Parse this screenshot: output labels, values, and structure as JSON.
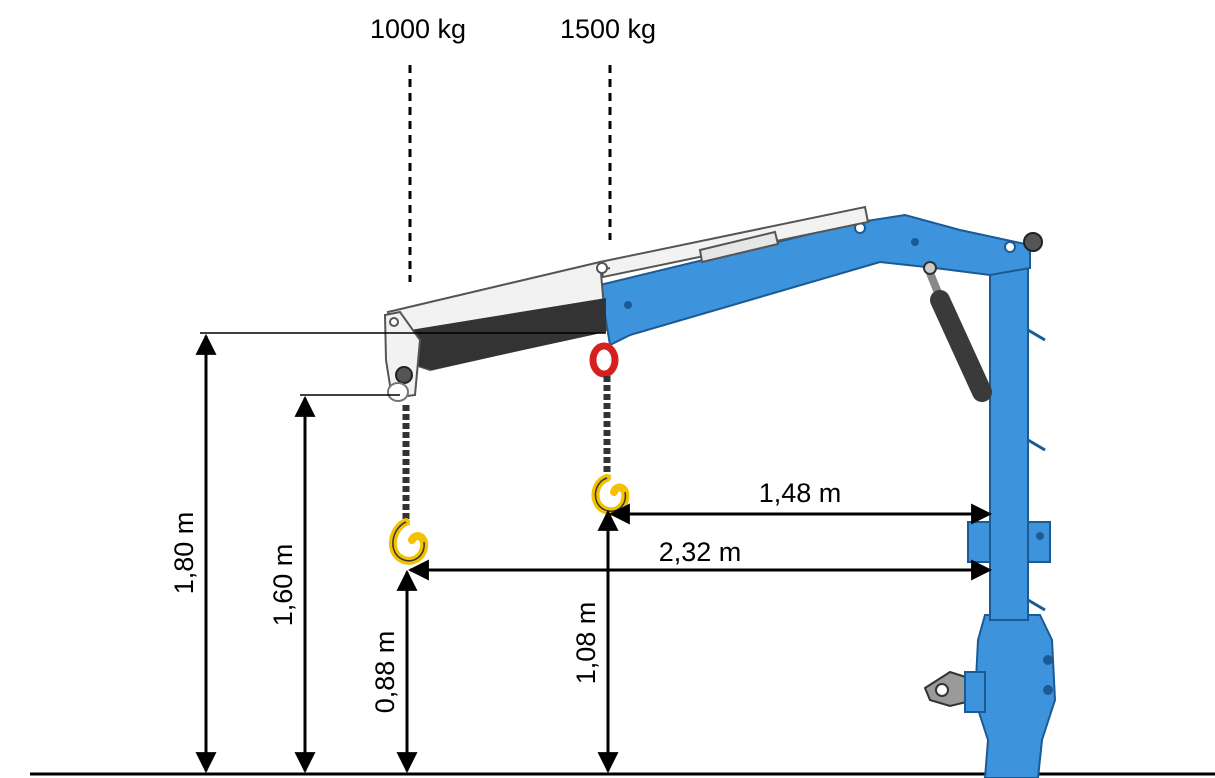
{
  "load_labels": {
    "far": "1000 kg",
    "near": "1500 kg"
  },
  "heights": {
    "boom_tip": "1,80 m",
    "far_hook_top": "1,60 m",
    "far_hook": "0,88 m",
    "near_hook": "1,08 m"
  },
  "reaches": {
    "near": "1,48 m",
    "far": "2,32 m"
  },
  "colors": {
    "crane_blue": "#3d93dc",
    "crane_dark": "#1c5a93",
    "extension_white": "#f2f2f2",
    "boom_shadow": "#333333",
    "hook_yellow": "#f2c200",
    "hook_red": "#d62020"
  }
}
